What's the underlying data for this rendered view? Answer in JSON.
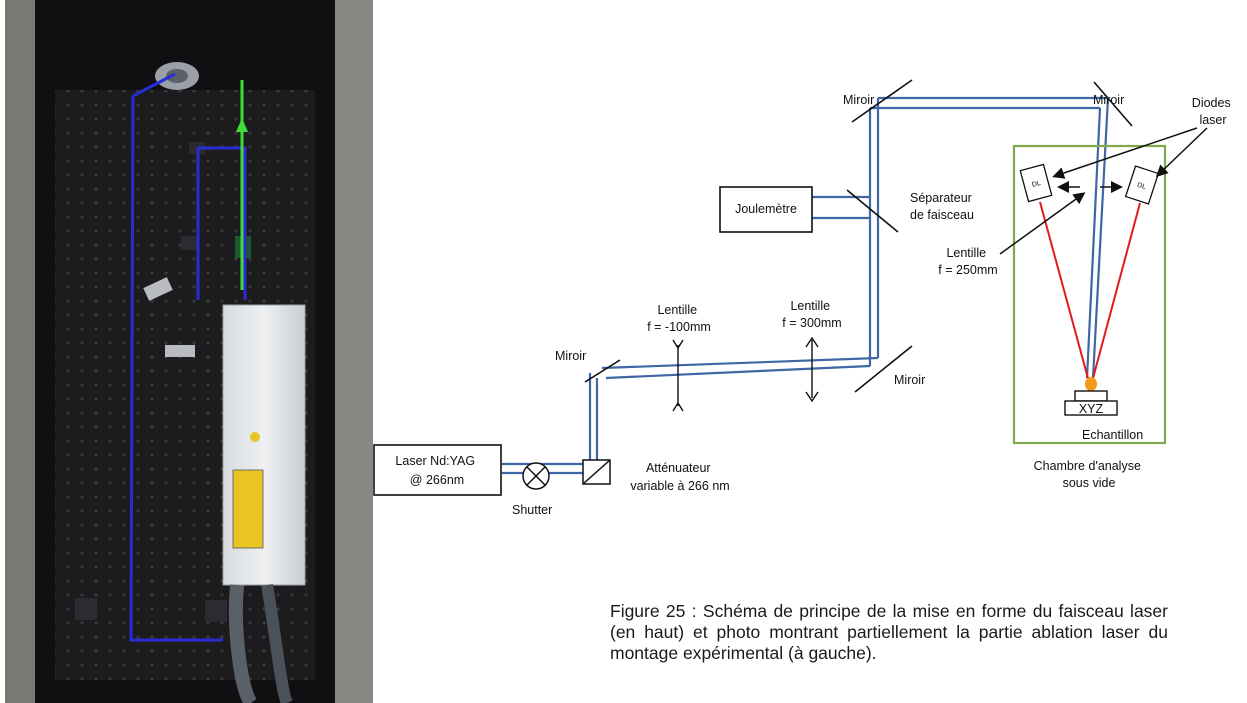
{
  "diagram": {
    "labels": {
      "miroir_top_left": "Miroir",
      "miroir_top_right": "Miroir",
      "diodes_laser": "Diodes\nlaser",
      "joulemetre": "Joulemètre",
      "separateur": "Séparateur\nde faisceau",
      "lentille_250": "Lentille\nf = 250mm",
      "lentille_300": "Lentille\nf = 300mm",
      "lentille_neg100": "Lentille\nf = -100mm",
      "miroir_left": "Miroir",
      "miroir_bottom_right": "Miroir",
      "laser_source": "Laser Nd:YAG\n@ 266nm",
      "shutter": "Shutter",
      "attenuateur": "Atténuateur\nvariable à 266 nm",
      "dl_left": "DL",
      "dl_right": "DL",
      "xyz": "XYZ",
      "echantillon": "Echantillon",
      "chambre": "Chambre d'analyse\nsous vide"
    },
    "colors": {
      "beam": "#3f66a5",
      "diode_beam": "#e01b1b",
      "chamber_frame": "#7ea94a",
      "spark": "#f29a1c"
    }
  },
  "caption": "Figure 25 : Schéma de principe de la mise en forme du faisceau laser (en haut) et photo montrant partiellement la partie ablation laser du montage expérimental (à gauche)."
}
